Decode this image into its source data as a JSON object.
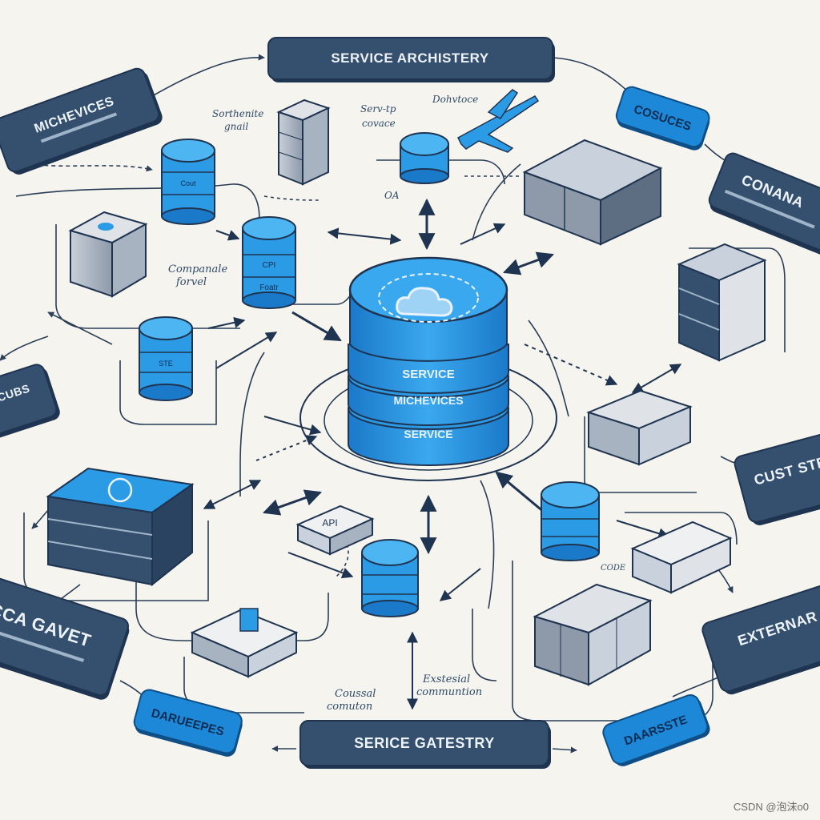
{
  "boxes": {
    "top_center": "SERVICE ARCHISTERY",
    "bottom_center": "SERICE GATESTRY",
    "left_top": "MICHEVICES",
    "right_top": "CONANA",
    "left_mid": "CUBS",
    "left_bottom": "CCA GAVET",
    "right_mid": "CUST STE",
    "right_bottom": "EXTERNAR",
    "blue_top_right": "COSUCES",
    "blue_bottom_left": "DARUEEPES",
    "blue_bottom_right": "DAARSSTE"
  },
  "central_db": {
    "layer1": "SERVICE",
    "layer2": "MICHEVICES",
    "layer3": "SERVICE"
  },
  "notes": {
    "sorthenite": "Sorthenite",
    "gnail": "gnail",
    "servtp": "Serv-tp",
    "covace": "covace",
    "dohvtoce": "Dohvtoce",
    "companale": "Companale",
    "forvel": "forvel",
    "oa": "OA",
    "api": "API",
    "coussal": "Coussal",
    "comuton": "comuton",
    "exstesial": "Exstesial",
    "communtion": "communtion",
    "code": "CODE",
    "cpi": "CPI",
    "foatr": "Foatr",
    "cout": "Cout",
    "ste": "STE"
  },
  "watermark": "CSDN @泡沫o0",
  "colors": {
    "dark_box": "#34506e",
    "blue_box": "#1e88d8",
    "db_blue": "#2c9be6",
    "line": "#2a3e57",
    "background": "#f6f4ee"
  }
}
